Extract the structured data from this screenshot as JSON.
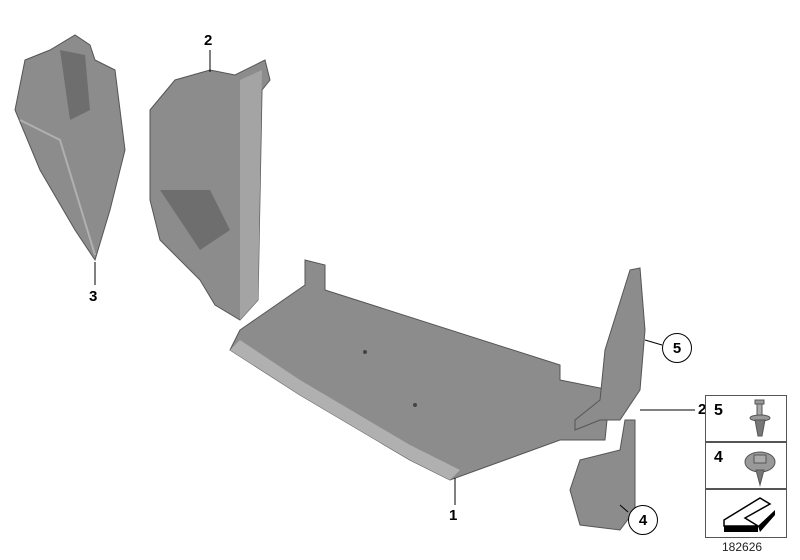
{
  "callouts": [
    {
      "number": "1",
      "style": "plain"
    },
    {
      "number": "2",
      "style": "plain"
    },
    {
      "number": "3",
      "style": "plain"
    },
    {
      "number": "2",
      "style": "plain"
    },
    {
      "number": "5",
      "style": "circled"
    },
    {
      "number": "4",
      "style": "circled"
    }
  ],
  "legend": {
    "items": [
      {
        "number": "5",
        "icon": "expanding-rivet-icon"
      },
      {
        "number": "4",
        "icon": "collar-screw-icon"
      },
      {
        "number": "",
        "icon": "orientation-arrow-icon"
      }
    ]
  },
  "diagram_id": "182626",
  "colors": {
    "part": "#8c8c8c",
    "part_dark": "#6e6e6e",
    "part_light": "#b0b0b0"
  }
}
